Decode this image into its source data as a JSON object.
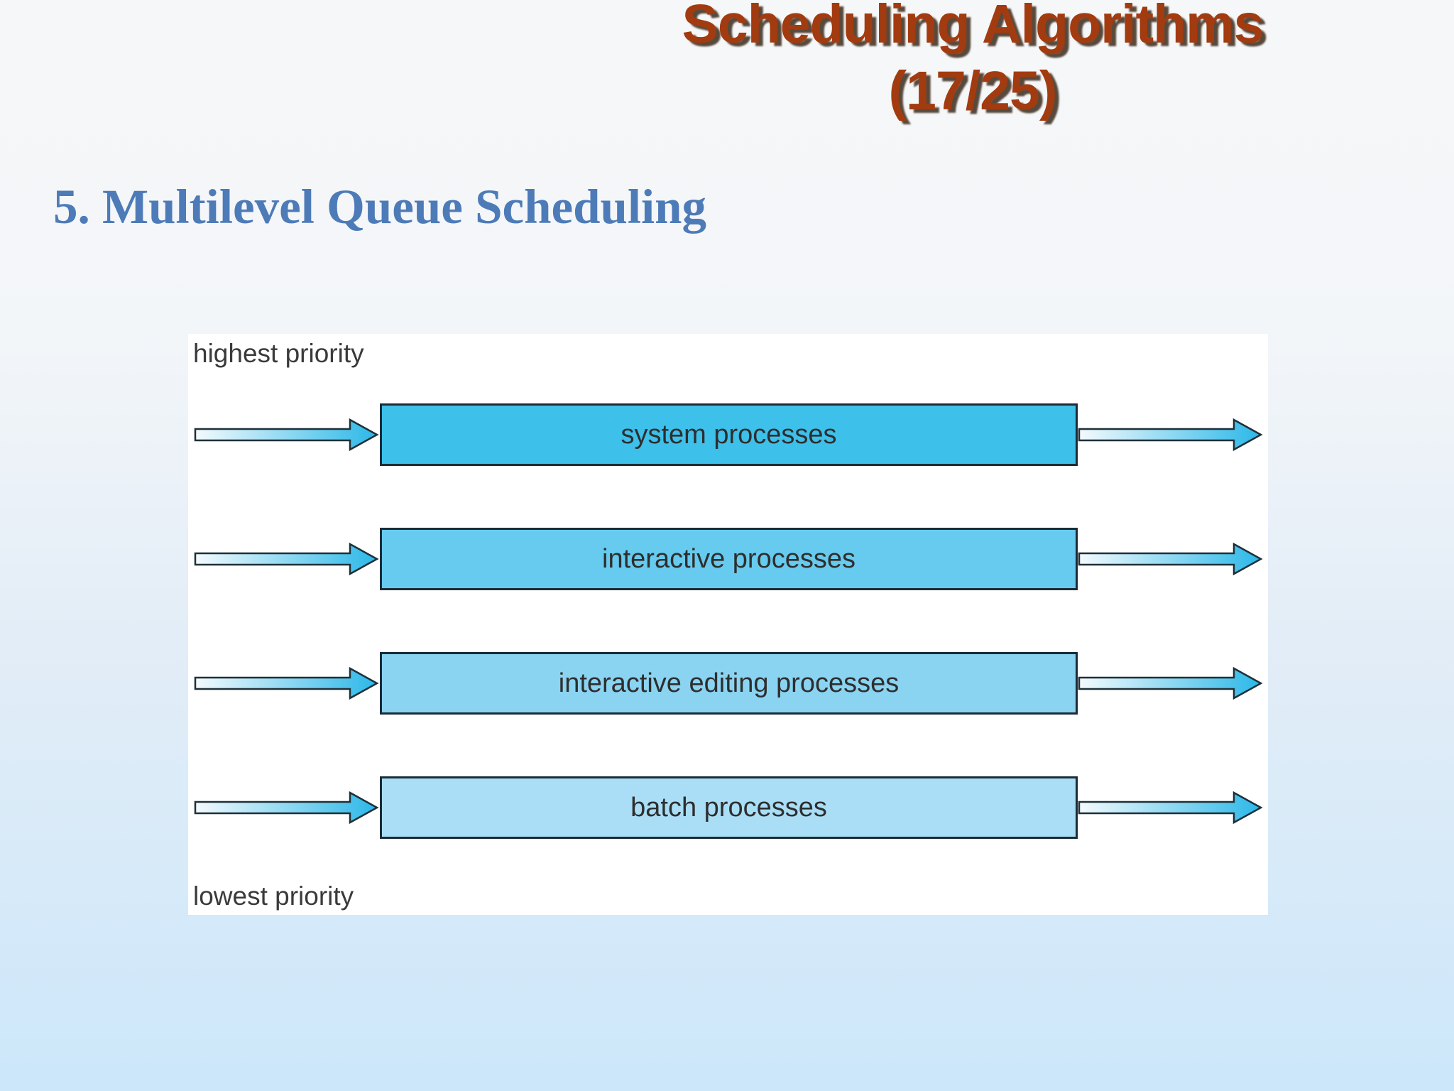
{
  "title": {
    "line1": "Scheduling Algorithms",
    "line2": "(17/25)"
  },
  "subtitle": {
    "text": "5. Multilevel Queue Scheduling"
  },
  "diagram": {
    "top_label": "highest priority",
    "bottom_label": "lowest priority",
    "queues": [
      {
        "label": "system processes",
        "color": "#3DC0EA"
      },
      {
        "label": "interactive processes",
        "color": "#66CBEE"
      },
      {
        "label": "interactive editing processes",
        "color": "#8AD4F2"
      },
      {
        "label": "batch processes",
        "color": "#A9DEF6"
      }
    ]
  },
  "colors": {
    "title_text": "#A23B10",
    "title_shadow": "#30200E",
    "subtitle_text": "#4D7BB8",
    "diagram_text": "#3A3A3A",
    "box_border": "#1C2B35",
    "arrow_gradient_start": "#F4FAFD",
    "arrow_gradient_end": "#2CB8E8",
    "panel_background": "#FFFFFF",
    "slide_background_top": "#F6F7F8",
    "slide_background_bottom": "#CCE7FA"
  }
}
